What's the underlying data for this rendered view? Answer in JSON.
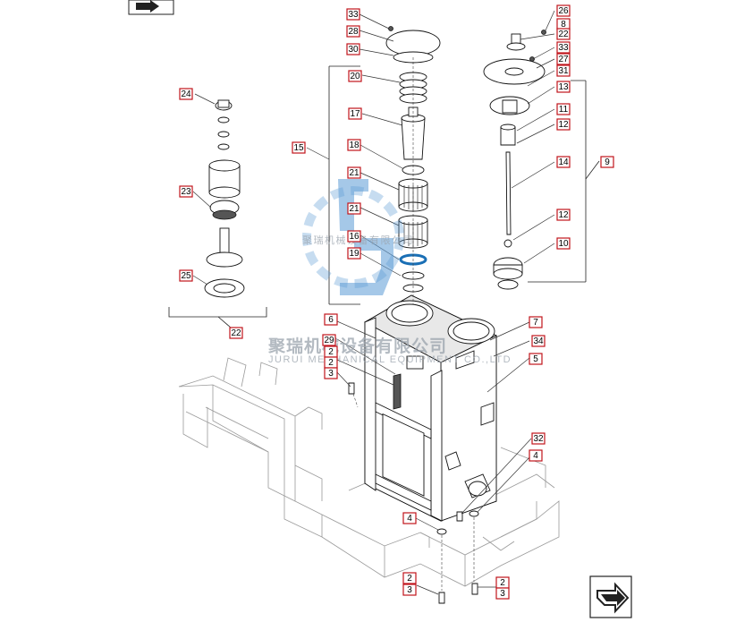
{
  "callouts": [
    "33",
    "28",
    "30",
    "20",
    "17",
    "18",
    "21",
    "21",
    "16",
    "19",
    "15",
    "24",
    "23",
    "25",
    "22",
    "6",
    "29",
    "2",
    "2",
    "3",
    "26",
    "8",
    "22",
    "33",
    "27",
    "31",
    "13",
    "11",
    "12",
    "14",
    "9",
    "12",
    "10",
    "7",
    "34",
    "5",
    "32",
    "4",
    "4",
    "2",
    "3",
    "2",
    "3"
  ],
  "watermark": {
    "cn": "聚瑞机械设备有限公司",
    "en": "JURUI MECHANICAL EQUIPMENT CO.,LTD"
  },
  "nav": {
    "top_icon": "page-back-arrow-icon",
    "bottom_icon": "page-forward-arrow-icon"
  }
}
